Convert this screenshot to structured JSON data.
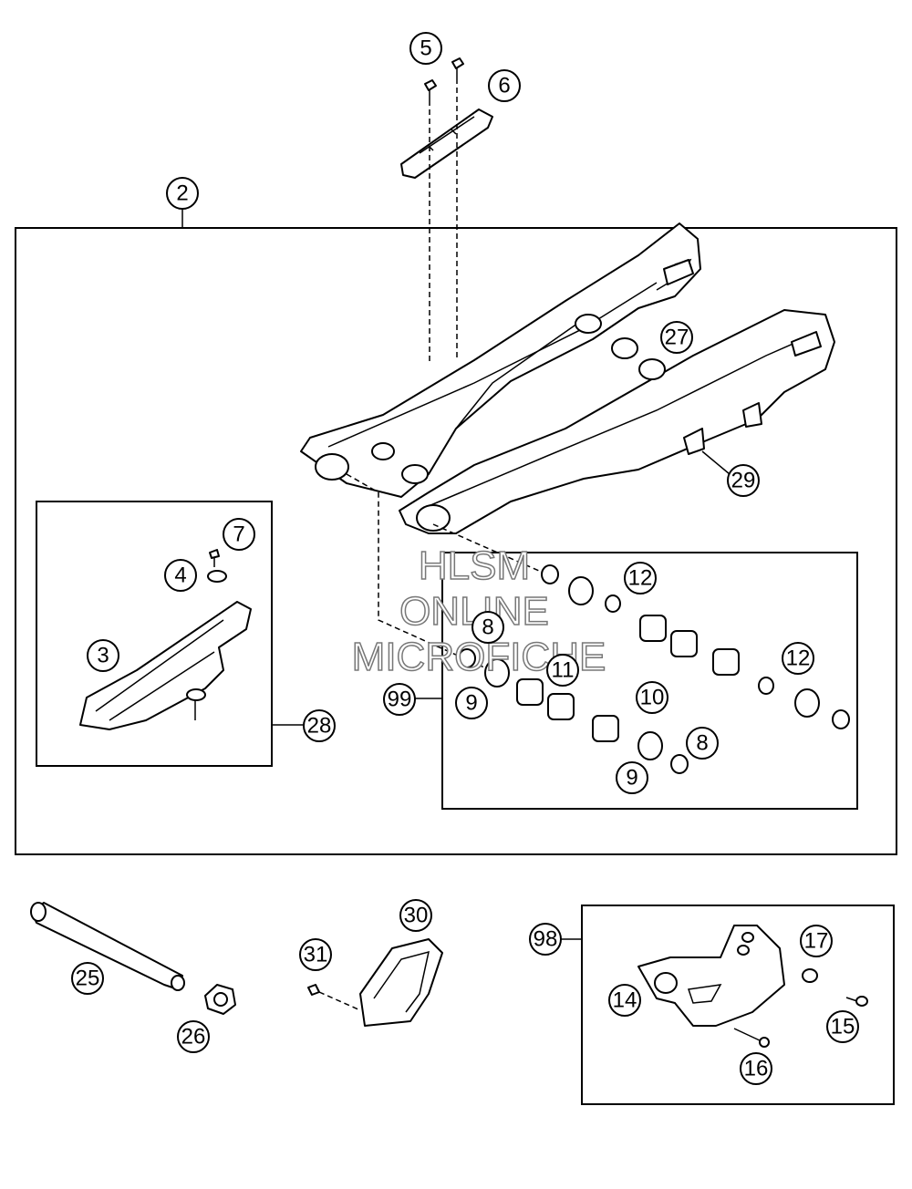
{
  "watermark": {
    "line1": "HLSM",
    "line2": "ONLINE",
    "line3": "MICROFICHE"
  },
  "callouts": {
    "c2": "2",
    "c3": "3",
    "c4": "4",
    "c5": "5",
    "c6": "6",
    "c7": "7",
    "c8a": "8",
    "c8b": "8",
    "c9a": "9",
    "c9b": "9",
    "c10": "10",
    "c11": "11",
    "c12a": "12",
    "c12b": "12",
    "c14": "14",
    "c15": "15",
    "c16": "16",
    "c17": "17",
    "c25": "25",
    "c26": "26",
    "c27": "27",
    "c28": "28",
    "c29": "29",
    "c30": "30",
    "c31": "31",
    "c98": "98",
    "c99": "99"
  }
}
